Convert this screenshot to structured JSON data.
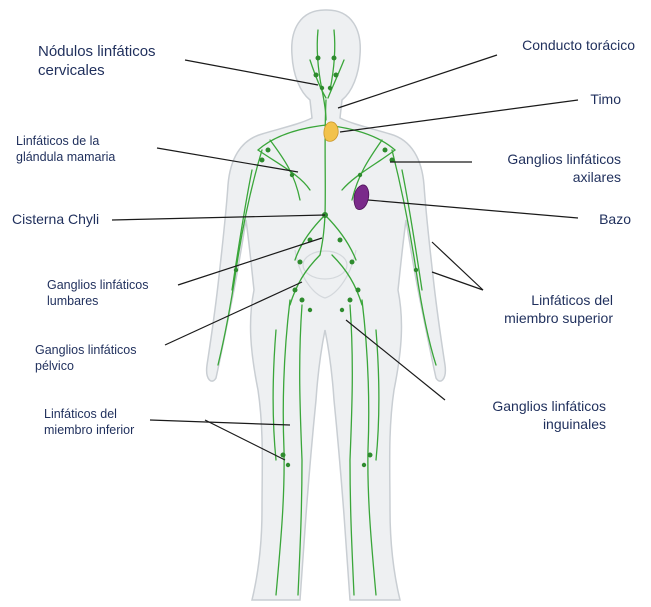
{
  "labels": {
    "nodulos_cervicales": [
      "Nódulos linfáticos",
      "cervicales"
    ],
    "linfaticos_mamaria": [
      "Linfáticos de la",
      "glándula mamaria"
    ],
    "cisterna_chyli": [
      "Cisterna Chyli"
    ],
    "ganglios_lumbares": [
      "Ganglios linfáticos",
      "lumbares"
    ],
    "ganglios_pelvico": [
      "Ganglios linfáticos",
      "pélvico"
    ],
    "linfaticos_miembro_inferior": [
      "Linfáticos del",
      "miembro inferior"
    ],
    "conducto_toracico": [
      "Conducto torácico"
    ],
    "timo": [
      "Timo"
    ],
    "ganglios_axilares": [
      "Ganglios linfáticos",
      "axilares"
    ],
    "bazo": [
      "Bazo"
    ],
    "linfaticos_miembro_superior": [
      "Linfáticos del",
      "miembro superior"
    ],
    "ganglios_inguinales": [
      "Ganglios linfáticos",
      "inguinales"
    ]
  },
  "colors": {
    "label_text": "#1f2f5c",
    "leader_line": "#1a1a1a",
    "body_fill": "#eef0f2",
    "body_outline": "#c9ced3",
    "lymph_vessel": "#3aa63a",
    "lymph_node": "#2e8b2e",
    "thymus": "#f2c24b",
    "spleen": "#7a2a8a"
  }
}
